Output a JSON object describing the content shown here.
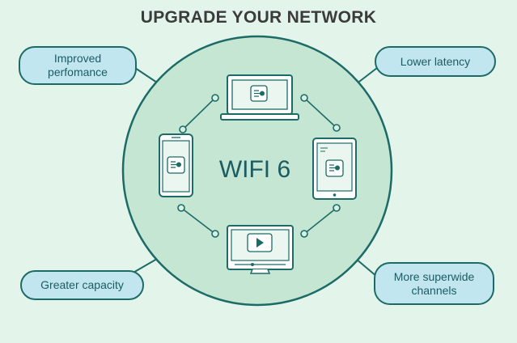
{
  "title": "UPGRADE YOUR NETWORK",
  "center_label": "WIFI 6",
  "benefits": {
    "top_left": "Improved perfomance",
    "top_right": "Lower latency",
    "bottom_left": "Greater capacity",
    "bottom_right": "More superwide channels"
  },
  "devices": [
    "laptop-icon",
    "smartphone-icon",
    "tablet-icon",
    "monitor-icon"
  ],
  "colors": {
    "background": "#e3f4ea",
    "circle_fill": "#c4e6d3",
    "outline": "#1d6b66",
    "pill_fill": "#c2e6f0",
    "text": "#1b5c63"
  }
}
